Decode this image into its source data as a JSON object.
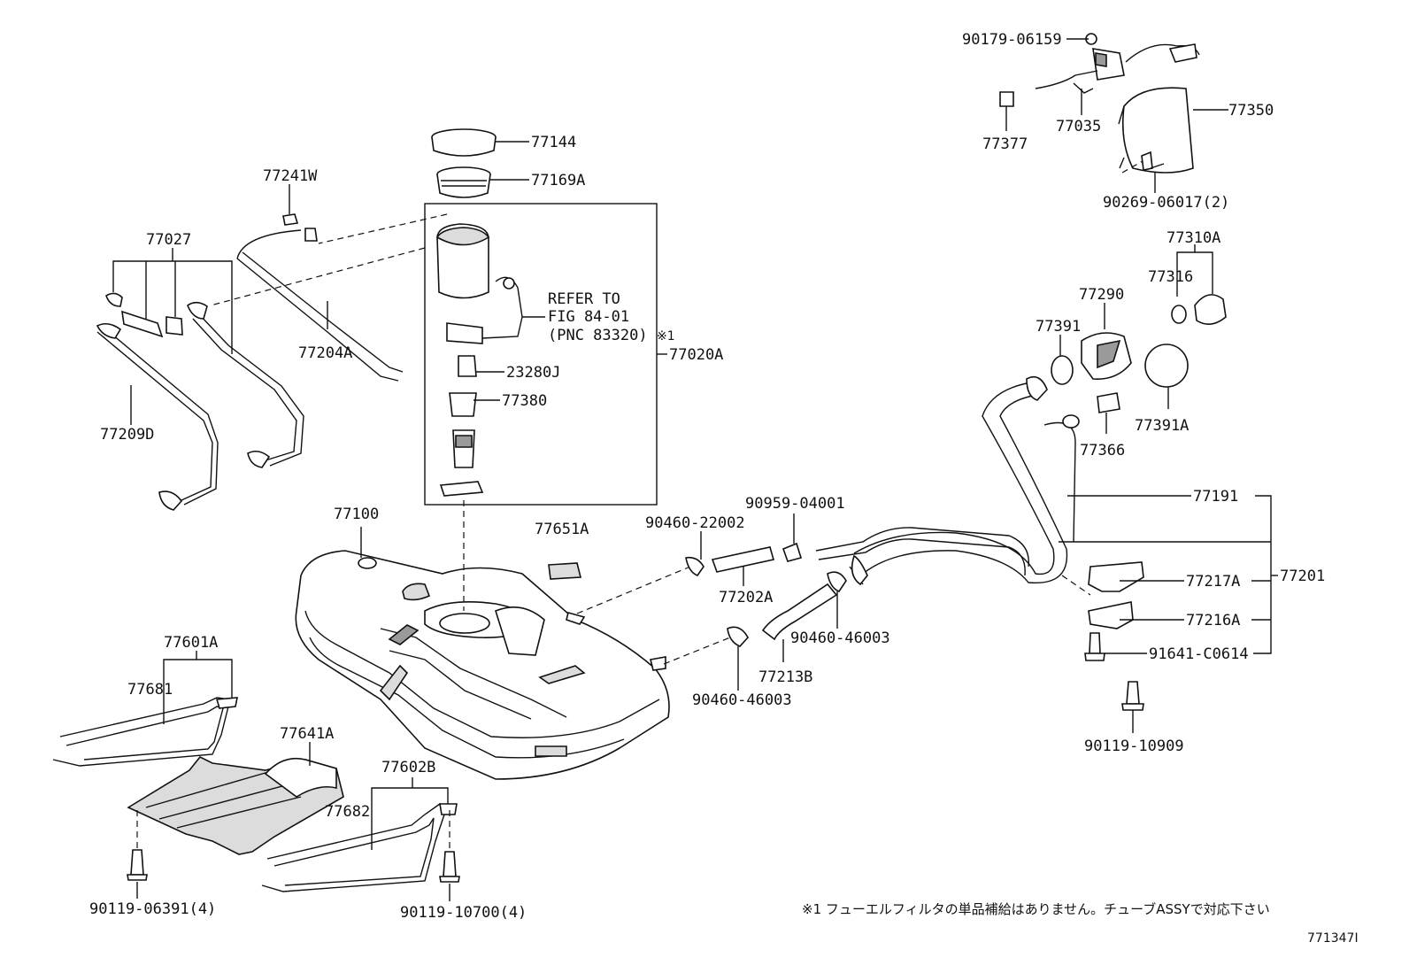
{
  "labels": {
    "p90179": "90179-06159",
    "p77377": "77377",
    "p77035": "77035",
    "p77350": "77350",
    "p90269": "90269-06017(2)",
    "p77310A": "77310A",
    "p77316": "77316",
    "p77290": "77290",
    "p77391": "77391",
    "p77391A": "77391A",
    "p77366": "77366",
    "p77144": "77144",
    "p77169A": "77169A",
    "p77241W": "77241W",
    "p77027": "77027",
    "p77204A": "77204A",
    "p77209D": "77209D",
    "refer1": "REFER TO",
    "refer2": "FIG 84-01",
    "refer3": "(PNC 83320)",
    "mark1": "※1",
    "p77020A": "77020A",
    "p23280J": "23280J",
    "p77380": "77380",
    "p77100": "77100",
    "p77651A": "77651A",
    "p90460_22002": "90460-22002",
    "p90959": "90959-04001",
    "p77202A": "77202A",
    "p90460_46003a": "90460-46003",
    "p90460_46003b": "90460-46003",
    "p77213B": "77213B",
    "p77191": "77191",
    "p77201": "77201",
    "p77217A": "77217A",
    "p77216A": "77216A",
    "p91641": "91641-C0614",
    "p90119_10909": "90119-10909",
    "p77601A": "77601A",
    "p77681": "77681",
    "p77641A": "77641A",
    "p77602B": "77602B",
    "p77682": "77682",
    "p90119_06391": "90119-06391(4)",
    "p90119_10700": "90119-10700(4)"
  },
  "footnote": "※1 フューエルフィルタの単品補給はありません。チューブASSYで対応下さい",
  "figure_id": "771347I"
}
